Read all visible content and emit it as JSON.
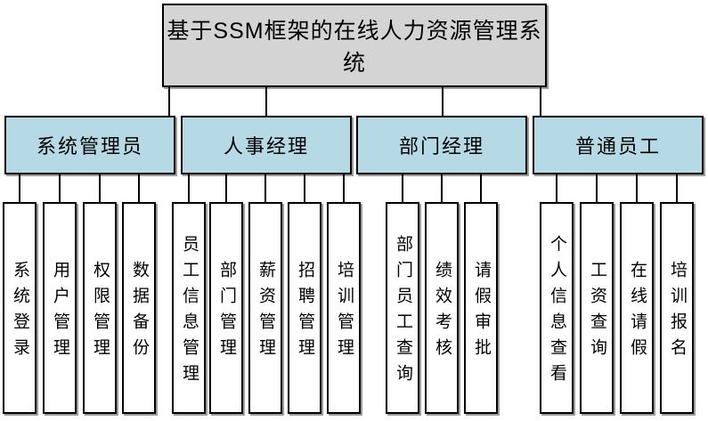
{
  "diagram": {
    "title": "基于SSM框架的在线人力资源管理系统",
    "groups": [
      {
        "label": "系统管理员",
        "children": [
          "系统登录",
          "用户管理",
          "权限管理",
          "数据备份"
        ]
      },
      {
        "label": "人事经理",
        "children": [
          "员工信息管理",
          "部门管理",
          "薪资管理",
          "招聘管理",
          "培训管理"
        ]
      },
      {
        "label": "部门经理",
        "children": [
          "部门员工查询",
          "绩效考核",
          "请假审批"
        ]
      },
      {
        "label": "普通员工",
        "children": [
          "个人信息查看",
          "工资查询",
          "在线请假",
          "培训报名"
        ]
      }
    ],
    "colors": {
      "root_fill": "#d4d4d4",
      "group_fill": "#b5d9e5",
      "leaf_fill": "#ffffff",
      "border": "#000000",
      "line": "#000000"
    }
  }
}
